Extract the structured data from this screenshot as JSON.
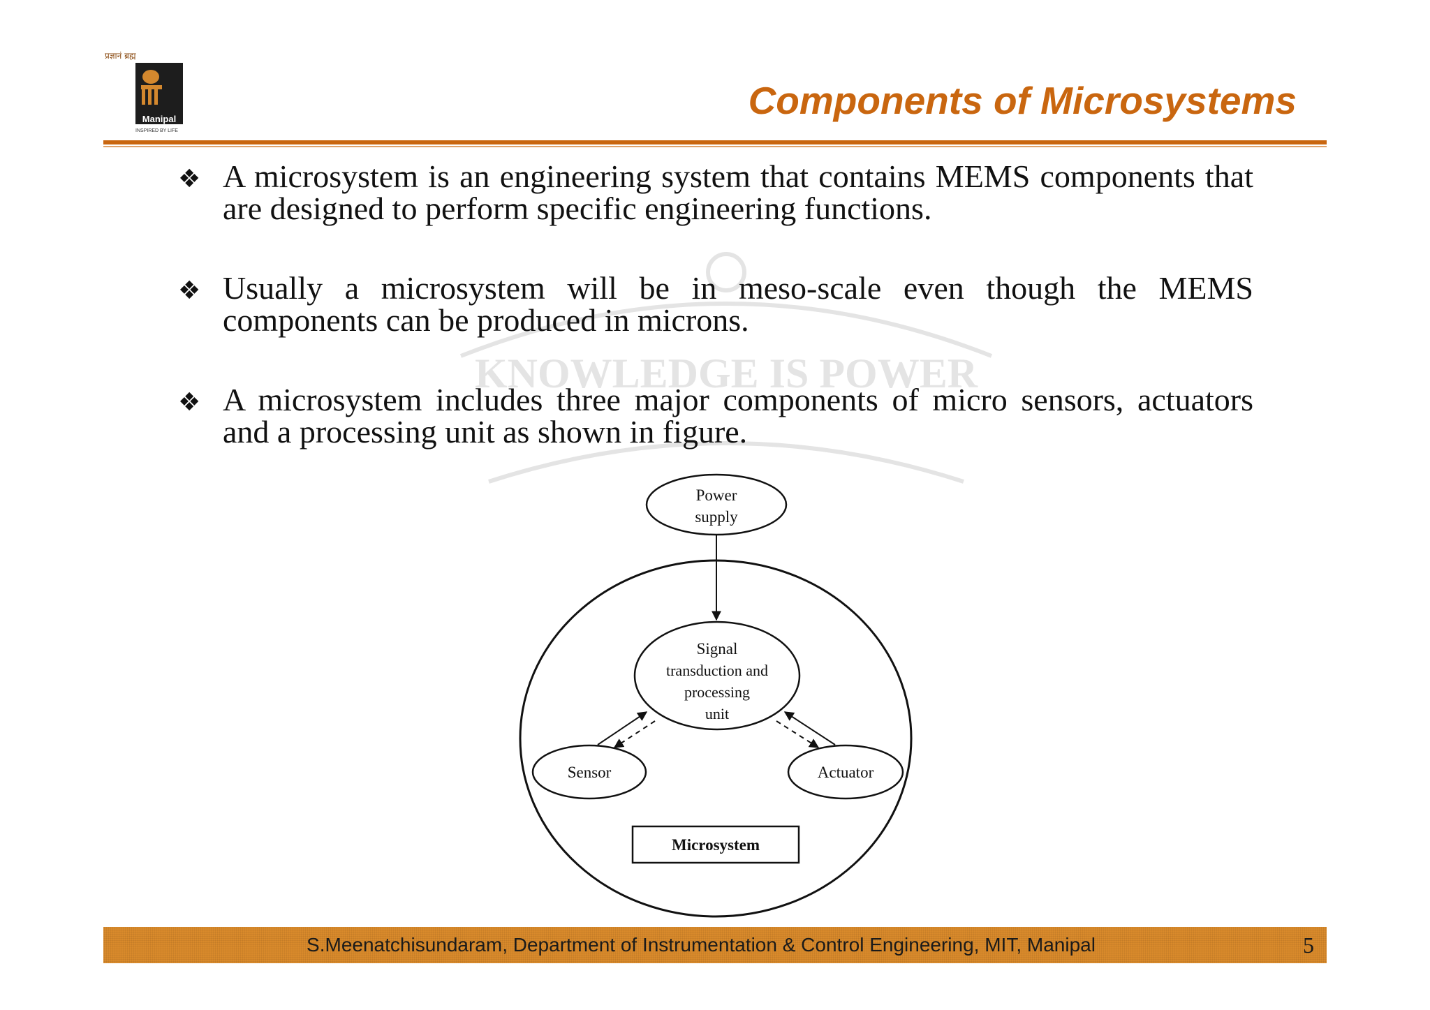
{
  "header": {
    "logo_text": "Manipal",
    "logo_tagline": "INSPIRED BY LIFE",
    "logo_script": "प्रज्ञानं ब्रह्म",
    "title": "Components of Microsystems",
    "accent_color": "#c9660f"
  },
  "watermark_text": "KNOWLEDGE IS POWER",
  "bullets": [
    {
      "icon": "diamond-bullet",
      "text": "A microsystem is an engineering system that contains MEMS components that are designed to perform specific engineering functions."
    },
    {
      "icon": "diamond-bullet",
      "text": "Usually a microsystem will be in meso-scale even though the MEMS components can be produced in microns."
    },
    {
      "icon": "diamond-bullet",
      "text": "A microsystem includes three major components of micro sensors, actuators and a processing unit as shown in figure."
    }
  ],
  "diagram": {
    "power_supply_line1": "Power",
    "power_supply_line2": "supply",
    "processing_line1": "Signal",
    "processing_line2": "transduction and",
    "processing_line3": "processing",
    "processing_line4": "unit",
    "sensor": "Sensor",
    "actuator": "Actuator",
    "system_label": "Microsystem"
  },
  "footer": {
    "text": "S.Meenatchisundaram, Department of Instrumentation & Control Engineering, MIT, Manipal",
    "page_number": "5",
    "bar_color": "#d98a2b"
  }
}
